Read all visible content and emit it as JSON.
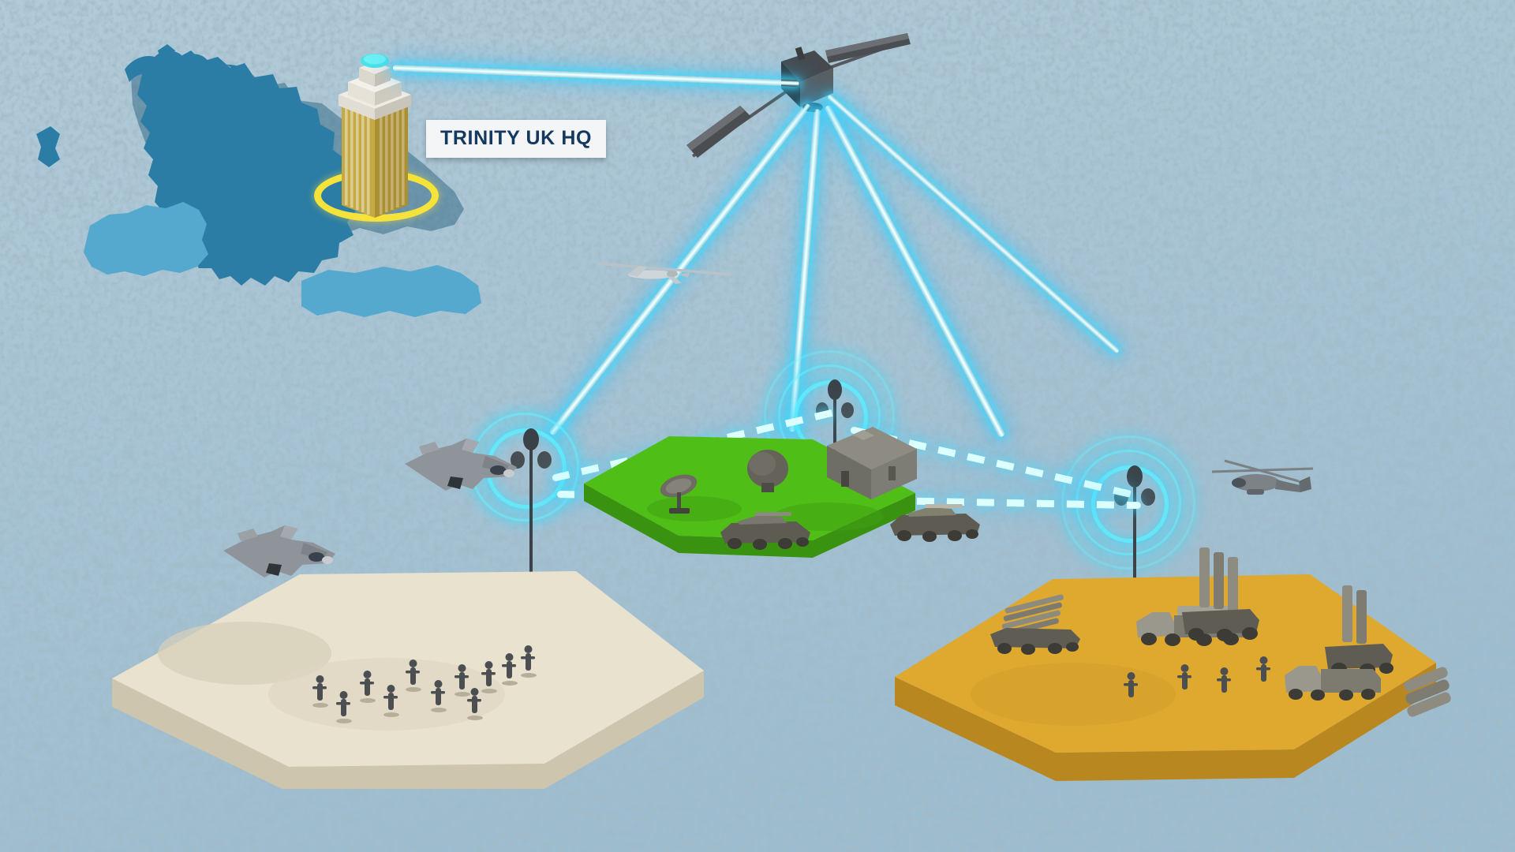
{
  "scene": {
    "title": "TRINITY multi-domain network",
    "background_color": "#a9c5d5",
    "speckle_color": "#5d7f93"
  },
  "labels": [
    {
      "id": "hq-label",
      "text": "TRINITY UK HQ",
      "text_color": "#15395e",
      "box_color": "#f4f5f6"
    }
  ],
  "map": {
    "name": "united-kingdom-ireland-map",
    "dark_land_color": "#2b7da6",
    "light_land_color": "#55a9cf",
    "edge_shadow_color": "#1d5878"
  },
  "hq": {
    "name": "trinity-uk-headquarters-tower",
    "tower_body_color": "#c9b04e",
    "tower_trim_color": "#e7e4de",
    "dome_color": "#49e2e8",
    "base_ring_color": "#f5e23a"
  },
  "satellite": {
    "name": "communications-satellite",
    "body_color": "#3a3a3c",
    "panel_color": "#6d6f72",
    "downlink_count": 4
  },
  "drone": {
    "name": "reconnaissance-drone",
    "body_color": "#cfd6da"
  },
  "aircraft": [
    {
      "name": "f35-fighter-upper",
      "type": "fighter-jet",
      "color": "#8e9499"
    },
    {
      "name": "f35-fighter-lower",
      "type": "fighter-jet",
      "color": "#8e9499"
    },
    {
      "name": "merlin-helicopter",
      "type": "helicopter",
      "color": "#7d8287"
    }
  ],
  "terrains": [
    {
      "name": "beach-landing-zone",
      "id": "sand-pale",
      "top_color": "#e9e2cf",
      "side_color": "#cdc5ad",
      "units": "infantry-squad",
      "unit_count": 11,
      "mast": "comms-mast-beach"
    },
    {
      "name": "green-field-operating-base",
      "id": "green-hex",
      "top_color": "#4fbe16",
      "side_color": "#3a9310",
      "units": "armoured-vehicles",
      "unit_count": 2,
      "buildings": [
        "compound-building",
        "radar-dome",
        "radar-dish"
      ],
      "mast": "comms-mast-centre"
    },
    {
      "name": "desert-air-defence-site",
      "id": "desert-hex",
      "top_color": "#dfa92f",
      "side_color": "#b8871f",
      "units": "air-defence-batteries",
      "unit_count": 6,
      "mast": "comms-mast-desert"
    }
  ],
  "links": {
    "uplink": {
      "name": "hq-to-satellite-uplink",
      "color": "#cdfbff",
      "glow_color": "#3cdcff"
    },
    "downlinks": {
      "name": "satellite-downlink-beams",
      "count": 4,
      "color": "#cdfbff",
      "glow_color": "#3cdcff"
    },
    "mesh": {
      "name": "ground-mesh-datalink",
      "style": "dashed",
      "color": "#dcffff",
      "glow_color": "#46e1ff"
    }
  },
  "nodes": [
    {
      "name": "comms-mast-beach",
      "label": "",
      "rings": 2
    },
    {
      "name": "comms-mast-centre",
      "label": "",
      "rings": 3
    },
    {
      "name": "comms-mast-desert",
      "label": "",
      "rings": 3
    }
  ]
}
